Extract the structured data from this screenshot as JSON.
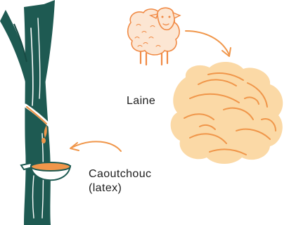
{
  "labels": {
    "wool": "Laine",
    "rubber_line1": "Caoutchouc",
    "rubber_line2": "(latex)"
  },
  "icons": {
    "sheep": "sheep-icon",
    "wool_ball": "wool-ball-icon",
    "tree": "rubber-tree-icon",
    "bowl": "latex-bowl-icon",
    "arrow_sheep": "curved-arrow-icon",
    "arrow_latex": "curved-arrow-icon"
  },
  "colors": {
    "tree_green": "#1e5a52",
    "orange": "#f0964a",
    "wool_fill": "#fbd9a6",
    "sheep_fill": "#fce6d3",
    "sheep_line": "#f08a45"
  }
}
